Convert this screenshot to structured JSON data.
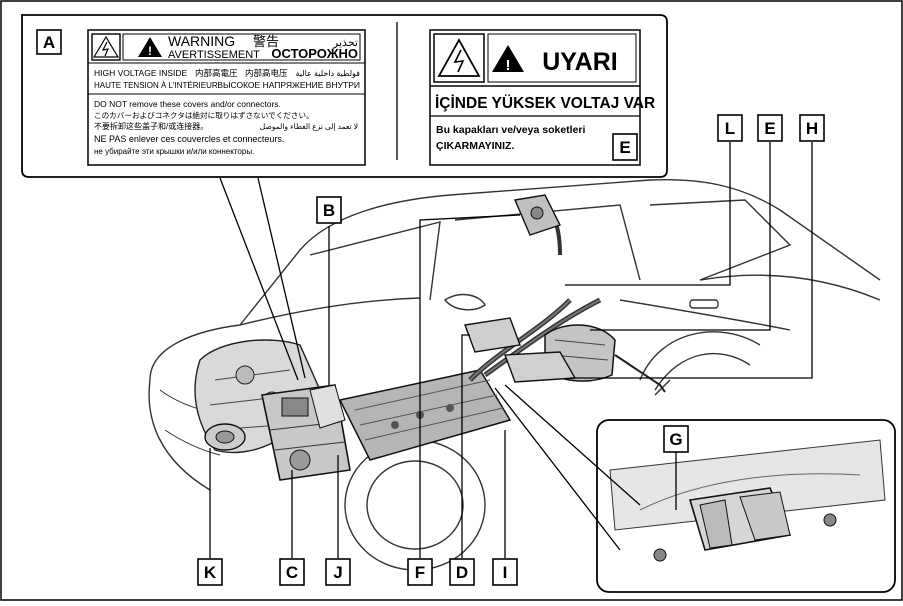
{
  "callouts": {
    "A": "A",
    "B": "B",
    "C": "C",
    "D": "D",
    "E": "E",
    "F": "F",
    "G": "G",
    "H": "H",
    "I": "I",
    "J": "J",
    "K": "K",
    "L": "L"
  },
  "warning_label_multilingual": {
    "warning": "WARNING",
    "japanese_warning": "警告",
    "arabic_warning": "تحذير",
    "avertissement": "AVERTISSEMENT",
    "russian_warning": "ОСТОРОЖНО",
    "high_voltage_inside": "HIGH VOLTAGE INSIDE",
    "japanese_high_voltage": "内部高電圧",
    "chinese_high_voltage": "内部高电压",
    "arabic_high_voltage": "فولطية داخلية عالية",
    "haute_tension": "HAUTE TENSION À L'INTÉRIEUR",
    "russian_high_voltage": "ВЫСОКОЕ НАПРЯЖЕНИЕ ВНУТРИ",
    "do_not_remove": "DO NOT remove these covers and/or connectors.",
    "japanese_do_not_remove": "このカバーおよびコネクタは絶対に取りはずさないでください。",
    "chinese_do_not_remove": "不要拆卸这些盖子和/或连接器。",
    "arabic_do_not_remove": "لا تعمد إلى نزع الغطاء والموصل",
    "ne_pas_enlever": "NE PAS enlever ces couvercles et connecteurs.",
    "russian_do_not_remove": "не убирайте эти крышки и/или коннекторы."
  },
  "warning_label_turkish": {
    "uyari": "UYARI",
    "high_voltage": "İÇİNDE YÜKSEK VOLTAJ VAR",
    "line1": "Bu kapakları ve/veya soketleri",
    "line2": "ÇIKARMAYINIZ."
  }
}
